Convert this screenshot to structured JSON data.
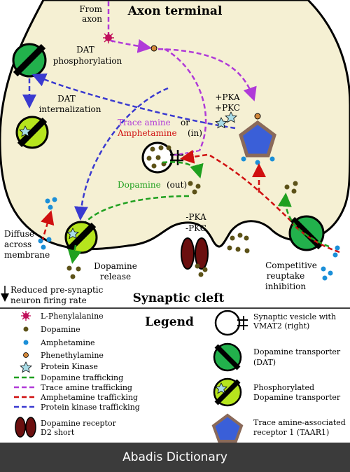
{
  "title": "Axon terminal",
  "labels": {
    "from_axon_1": "From",
    "from_axon_2": "axon",
    "dat_phos_1": "DAT",
    "dat_phos_2": "phosphorylation",
    "dat_int_1": "DAT",
    "dat_int_2": "internalization",
    "pka_pkc_1": "+PKA",
    "pka_pkc_2": "+PKC",
    "trace_amine": "Trace amine",
    "or": "or",
    "amphetamine": "Amphetamine",
    "in": "(in)",
    "dopamine": "Dopamine",
    "out": "(out)",
    "diffuse_1": "Diffuse",
    "diffuse_2": "across",
    "diffuse_3": "membrane",
    "da_release_1": "Dopamine",
    "da_release_2": "release",
    "minus_pka_1": "-PKA",
    "minus_pka_2": "-PKC",
    "comp_1": "Competitive",
    "comp_2": "reuptake",
    "comp_3": "inhibition",
    "reduced_1": "Reduced pre-synaptic",
    "reduced_2": "neuron firing rate",
    "synaptic_cleft": "Synaptic cleft"
  },
  "legend": {
    "title": "Legend",
    "left": [
      "L-Phenylalanine",
      "Dopamine",
      "Amphetamine",
      "Phenethylamine",
      "Protein Kinase",
      "Dopamine trafficking",
      "Trace amine trafficking",
      "Amphetamine trafficking",
      "Protein kinase trafficking"
    ],
    "receptor_1": "Dopamine receptor",
    "receptor_2": "D2 short",
    "right": [
      {
        "l1": "Synaptic vesicle with",
        "l2": "VMAT2 (right)"
      },
      {
        "l1": "Dopamine transporter",
        "l2": "(DAT)"
      },
      {
        "l1": "Phosphorylated",
        "l2": "Dopamine transporter"
      },
      {
        "l1": "Trace amine-associated",
        "l2": "receptor 1 (TAAR1)"
      }
    ]
  },
  "colors": {
    "dopamine": "#5c5218",
    "amphetamine": "#1b8fd8",
    "phenethylamine": "#d2883a",
    "l_phenylalanine": "#c0105a",
    "protein_kinase": "#a9dde8",
    "dat": "#22b14c",
    "phospho_dat": "#b6e51d",
    "taar1": "#3a5fd8",
    "d2": "#6b0f0f",
    "dopamine_line": "#1fa01f",
    "trace_line": "#b03ad8",
    "amph_line": "#d01010",
    "pk_line": "#3a3ad0",
    "terminal_fill": "#f5f0d3"
  },
  "footer": "Abadis Dictionary"
}
